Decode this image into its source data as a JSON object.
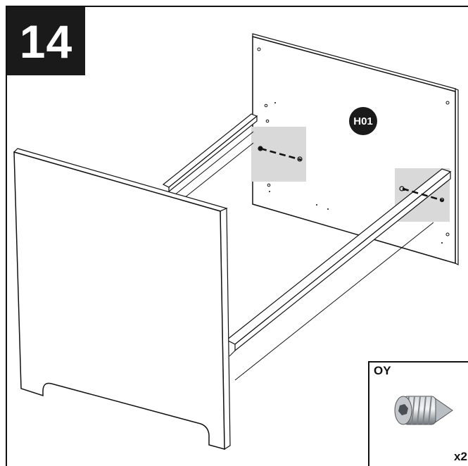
{
  "step": {
    "number": "14"
  },
  "part_label": "H01",
  "hardware": {
    "code": "OY",
    "quantity": "x2",
    "icon": "insert-nut-icon"
  },
  "colors": {
    "ink": "#1a1a1a",
    "highlight": "#d9d9d9",
    "panel": "#ffffff",
    "hardware_metal": "#9aa0a6"
  }
}
